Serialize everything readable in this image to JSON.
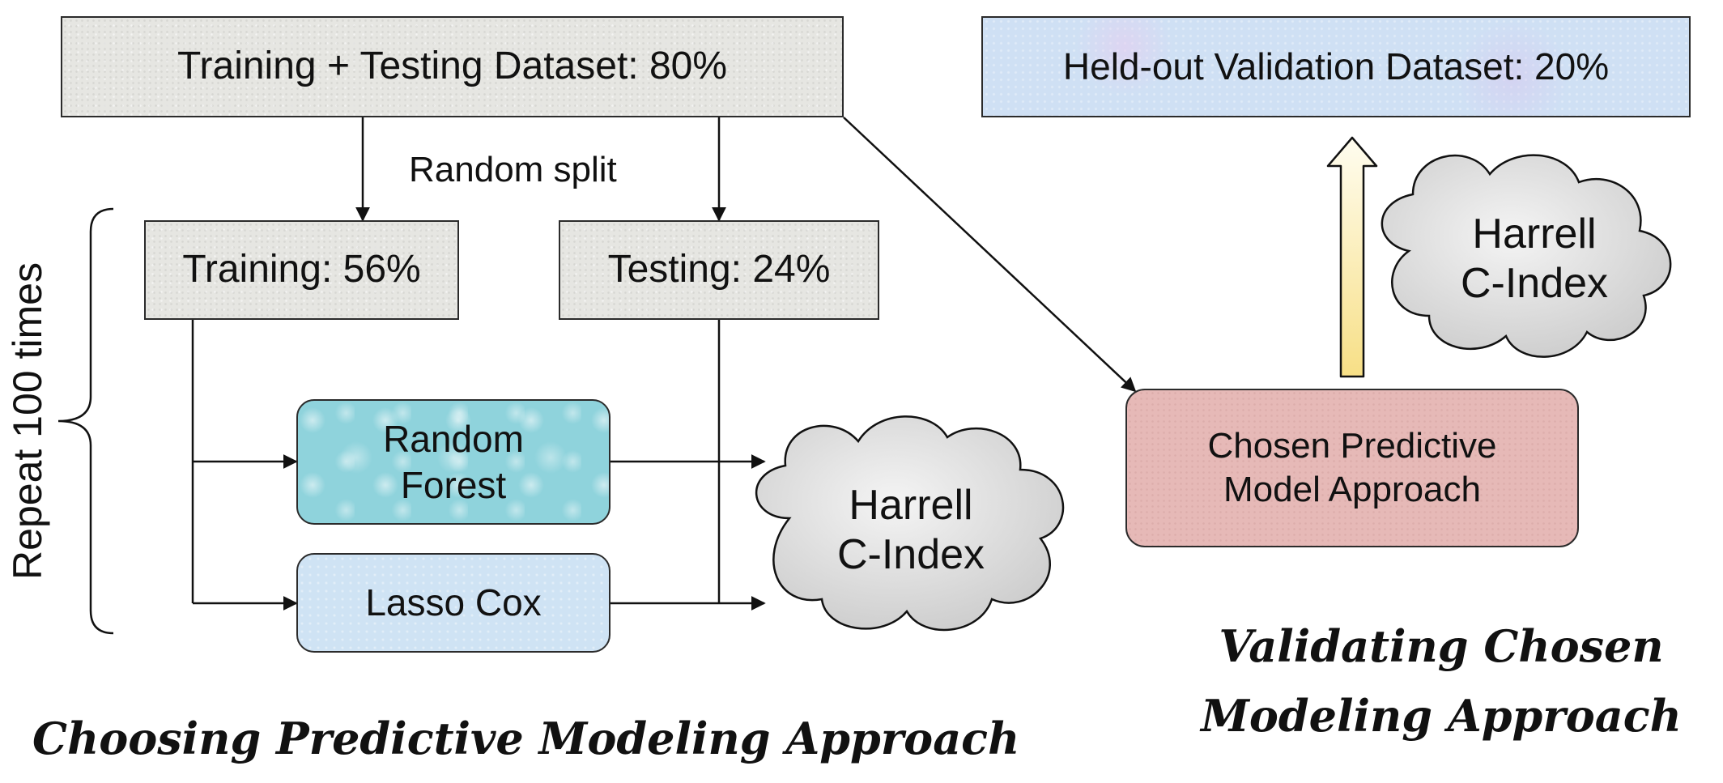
{
  "diagram": {
    "nodes": {
      "train_test": "Training + Testing Dataset: 80%",
      "held_out": "Held-out Validation Dataset: 20%",
      "training": "Training: 56%",
      "testing": "Testing: 24%",
      "random_forest": "Random Forest",
      "lasso_cox": "Lasso Cox",
      "chosen_model": "Chosen Predictive Model Approach"
    },
    "labels": {
      "random_split": "Random split",
      "repeat": "Repeat 100 times"
    },
    "clouds": {
      "left_metric": "Harrell C-Index",
      "right_metric": "Harrell C-Index"
    },
    "sections": {
      "choosing": "Choosing Predictive Modeling Approach",
      "validating": "Validating Chosen Modeling Approach"
    },
    "colors": {
      "gray_box": "#e6e6e2",
      "blue_box": "#cfe0f4",
      "random_forest": "#8fd3dc",
      "lasso_cox": "#cfe3f4",
      "chosen_model": "#e6b9b7",
      "cloud": "#e3e3e3",
      "arrow_up": "#fff3b8"
    }
  }
}
